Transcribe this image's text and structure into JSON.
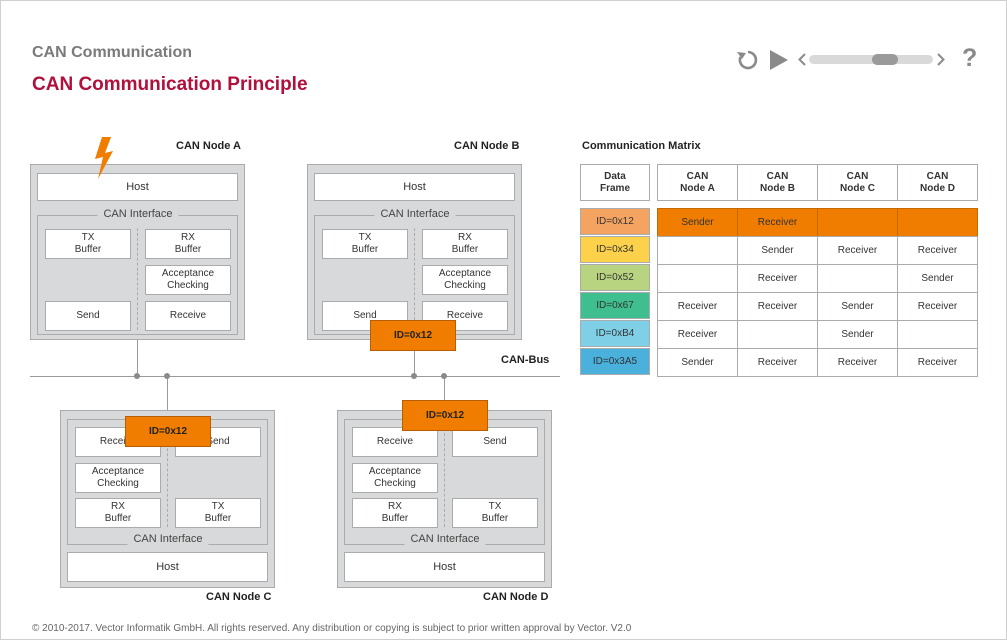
{
  "header": {
    "subtitle": "CAN Communication",
    "title": "CAN Communication Principle"
  },
  "controls": {
    "help_label": "?",
    "slider_position": 0.6
  },
  "nodes": {
    "a": {
      "label": "CAN Node A",
      "host": "Host",
      "interface": "CAN Interface",
      "tx": "TX\nBuffer",
      "rx": "RX\nBuffer",
      "acceptance": "Acceptance\nChecking",
      "send": "Send",
      "receive": "Receive"
    },
    "b": {
      "label": "CAN Node B",
      "host": "Host",
      "interface": "CAN Interface",
      "tx": "TX\nBuffer",
      "rx": "RX\nBuffer",
      "acceptance": "Acceptance\nChecking",
      "send": "Send",
      "receive": "Receive"
    },
    "c": {
      "label": "CAN Node C",
      "host": "Host",
      "interface": "CAN Interface",
      "tx": "TX\nBuffer",
      "rx": "RX\nBuffer",
      "acceptance": "Acceptance\nChecking",
      "send": "Send",
      "receive": "Receive"
    },
    "d": {
      "label": "CAN Node D",
      "host": "Host",
      "interface": "CAN Interface",
      "tx": "TX\nBuffer",
      "rx": "RX\nBuffer",
      "acceptance": "Acceptance\nChecking",
      "send": "Send",
      "receive": "Receive"
    }
  },
  "bus": {
    "label": "CAN-Bus"
  },
  "messages": {
    "b": "ID=0x12",
    "c": "ID=0x12",
    "d": "ID=0x12"
  },
  "matrix": {
    "title": "Communication Matrix",
    "headers": [
      "Data\nFrame",
      "CAN\nNode A",
      "CAN\nNode B",
      "CAN\nNode C",
      "CAN\nNode D"
    ],
    "rows": [
      {
        "id": "ID=0x12",
        "color": "#f4a460",
        "cells": [
          "Sender",
          "Receiver",
          "",
          ""
        ],
        "highlight": true
      },
      {
        "id": "ID=0x34",
        "color": "#fdd14a",
        "cells": [
          "",
          "Sender",
          "Receiver",
          "Receiver"
        ],
        "highlight": false
      },
      {
        "id": "ID=0x52",
        "color": "#b9d480",
        "cells": [
          "",
          "Receiver",
          "",
          "Sender"
        ],
        "highlight": false
      },
      {
        "id": "ID=0x67",
        "color": "#3fbf8f",
        "cells": [
          "Receiver",
          "Receiver",
          "Sender",
          "Receiver"
        ],
        "highlight": false
      },
      {
        "id": "ID=0xB4",
        "color": "#7fcfe6",
        "cells": [
          "Receiver",
          "",
          "Sender",
          ""
        ],
        "highlight": false
      },
      {
        "id": "ID=0x3A5",
        "color": "#4ab0dc",
        "cells": [
          "Sender",
          "Receiver",
          "Receiver",
          "Receiver"
        ],
        "highlight": false
      }
    ],
    "highlight_color": "#f07d00"
  },
  "footer": "© 2010-2017. Vector Informatik GmbH. All rights reserved. Any distribution or copying is subject to prior written approval by Vector. V2.0"
}
